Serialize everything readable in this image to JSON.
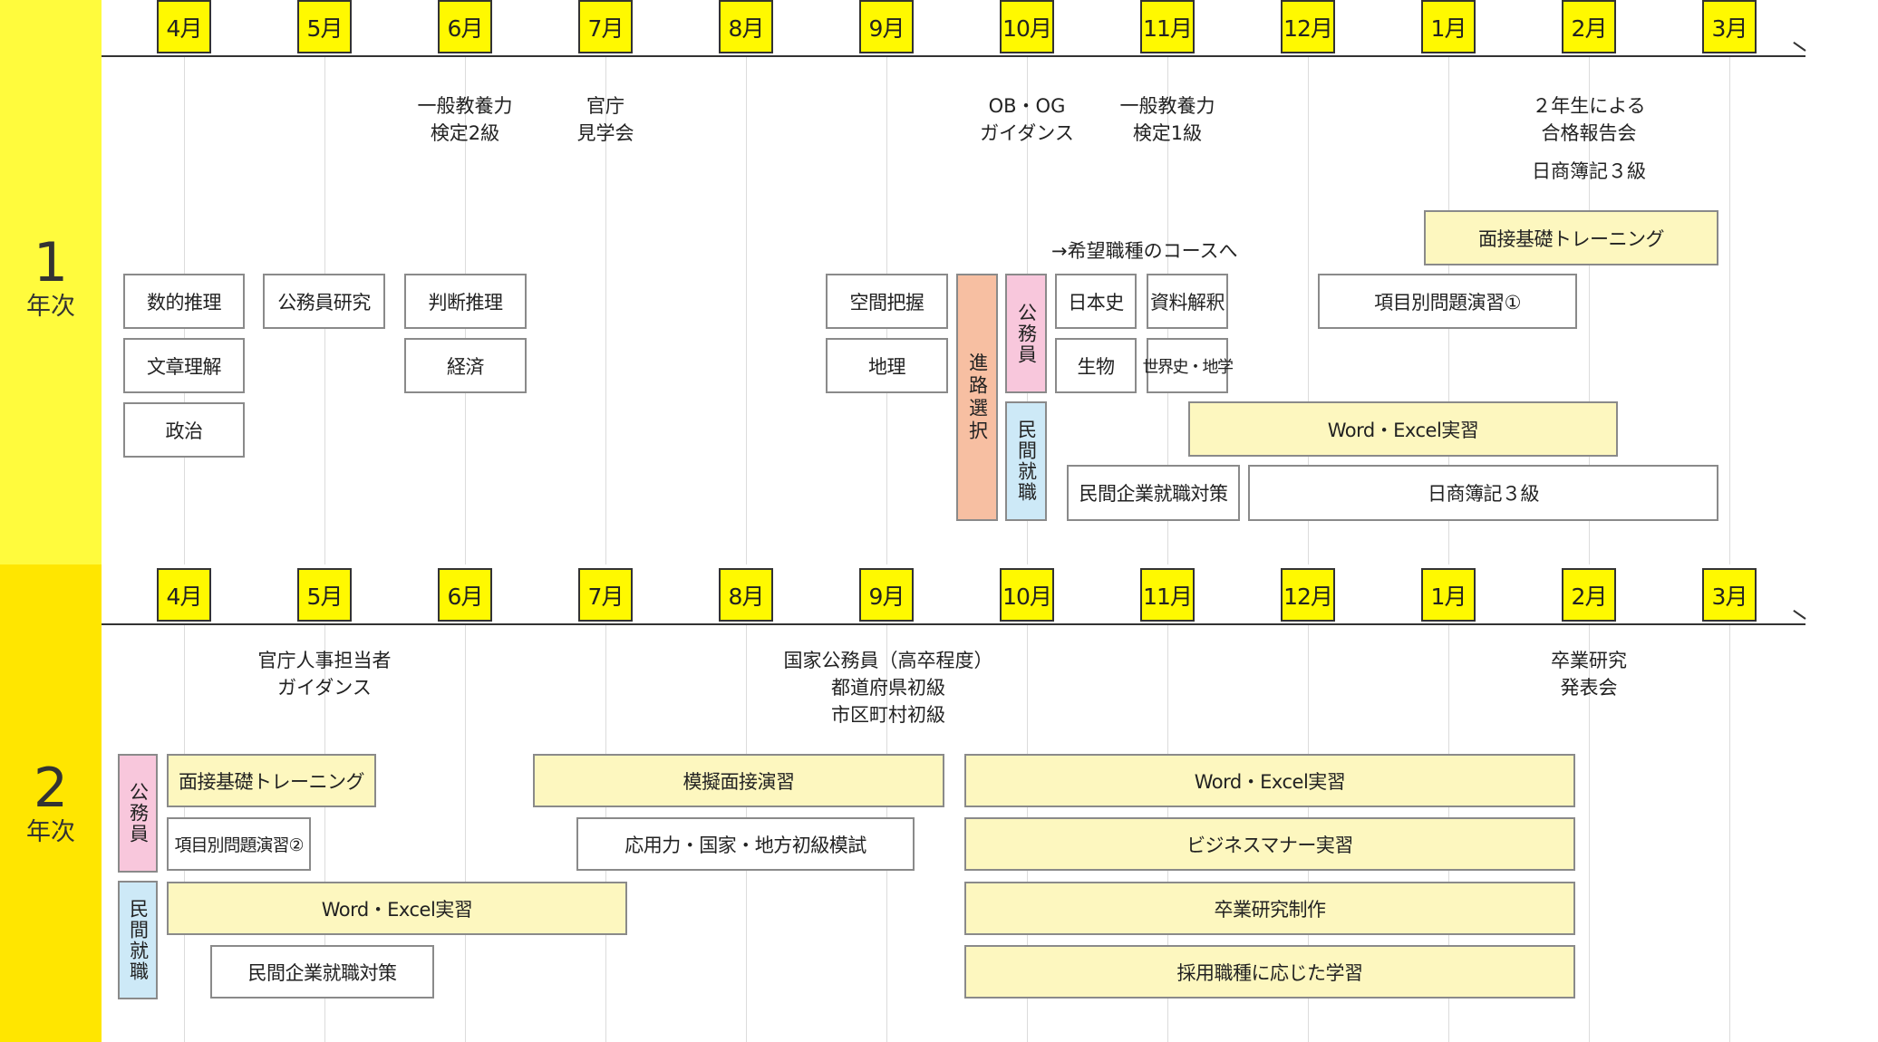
{
  "years": [
    {
      "num": "1",
      "suffix": "年次"
    },
    {
      "num": "2",
      "suffix": "年次"
    }
  ],
  "months": [
    "4月",
    "5月",
    "6月",
    "7月",
    "8月",
    "9月",
    "10月",
    "11月",
    "12月",
    "1月",
    "2月",
    "3月"
  ],
  "year1": {
    "annotations": [
      "一般教養力\n検定2級",
      "官庁\n見学会",
      "OB・OG\nガイダンス",
      "一般教養力\n検定1級",
      "２年生による\n合格報告会",
      "日商簿記３級",
      "→希望職種のコースへ"
    ],
    "boxes": [
      "数的推理",
      "文章理解",
      "政治",
      "公務員研究",
      "判断推理",
      "経済",
      "空間把握",
      "地理",
      "進路選択",
      "公務員",
      "民間就職",
      "日本史",
      "生物",
      "資料解釈",
      "世界史・地学",
      "面接基礎トレーニング",
      "項目別問題演習①",
      "Word・Excel実習",
      "民間企業就職対策",
      "日商簿記３級"
    ]
  },
  "year2": {
    "annotations": [
      "官庁人事担当者\nガイダンス",
      "国家公務員（高卒程度）\n都道府県初級\n市区町村初級",
      "卒業研究\n発表会"
    ],
    "boxes": [
      "公務員",
      "民間就職",
      "面接基礎トレーニング",
      "項目別問題演習②",
      "Word・Excel実習",
      "民間企業就職対策",
      "模擬面接演習",
      "応用力・国家・地方初級模試",
      "Word・Excel実習",
      "ビジネスマナー実習",
      "卒業研究制作",
      "採用職種に応じた学習"
    ]
  },
  "colors": {
    "year1_band": "#fffb3d",
    "year2_band": "#ffe600",
    "month_tag": "#fff900",
    "highlight_box": "#fdf7bf",
    "public_servant": "#f8c7dc",
    "private_job": "#cde9f7",
    "career_choice": "#f7bfa2"
  }
}
